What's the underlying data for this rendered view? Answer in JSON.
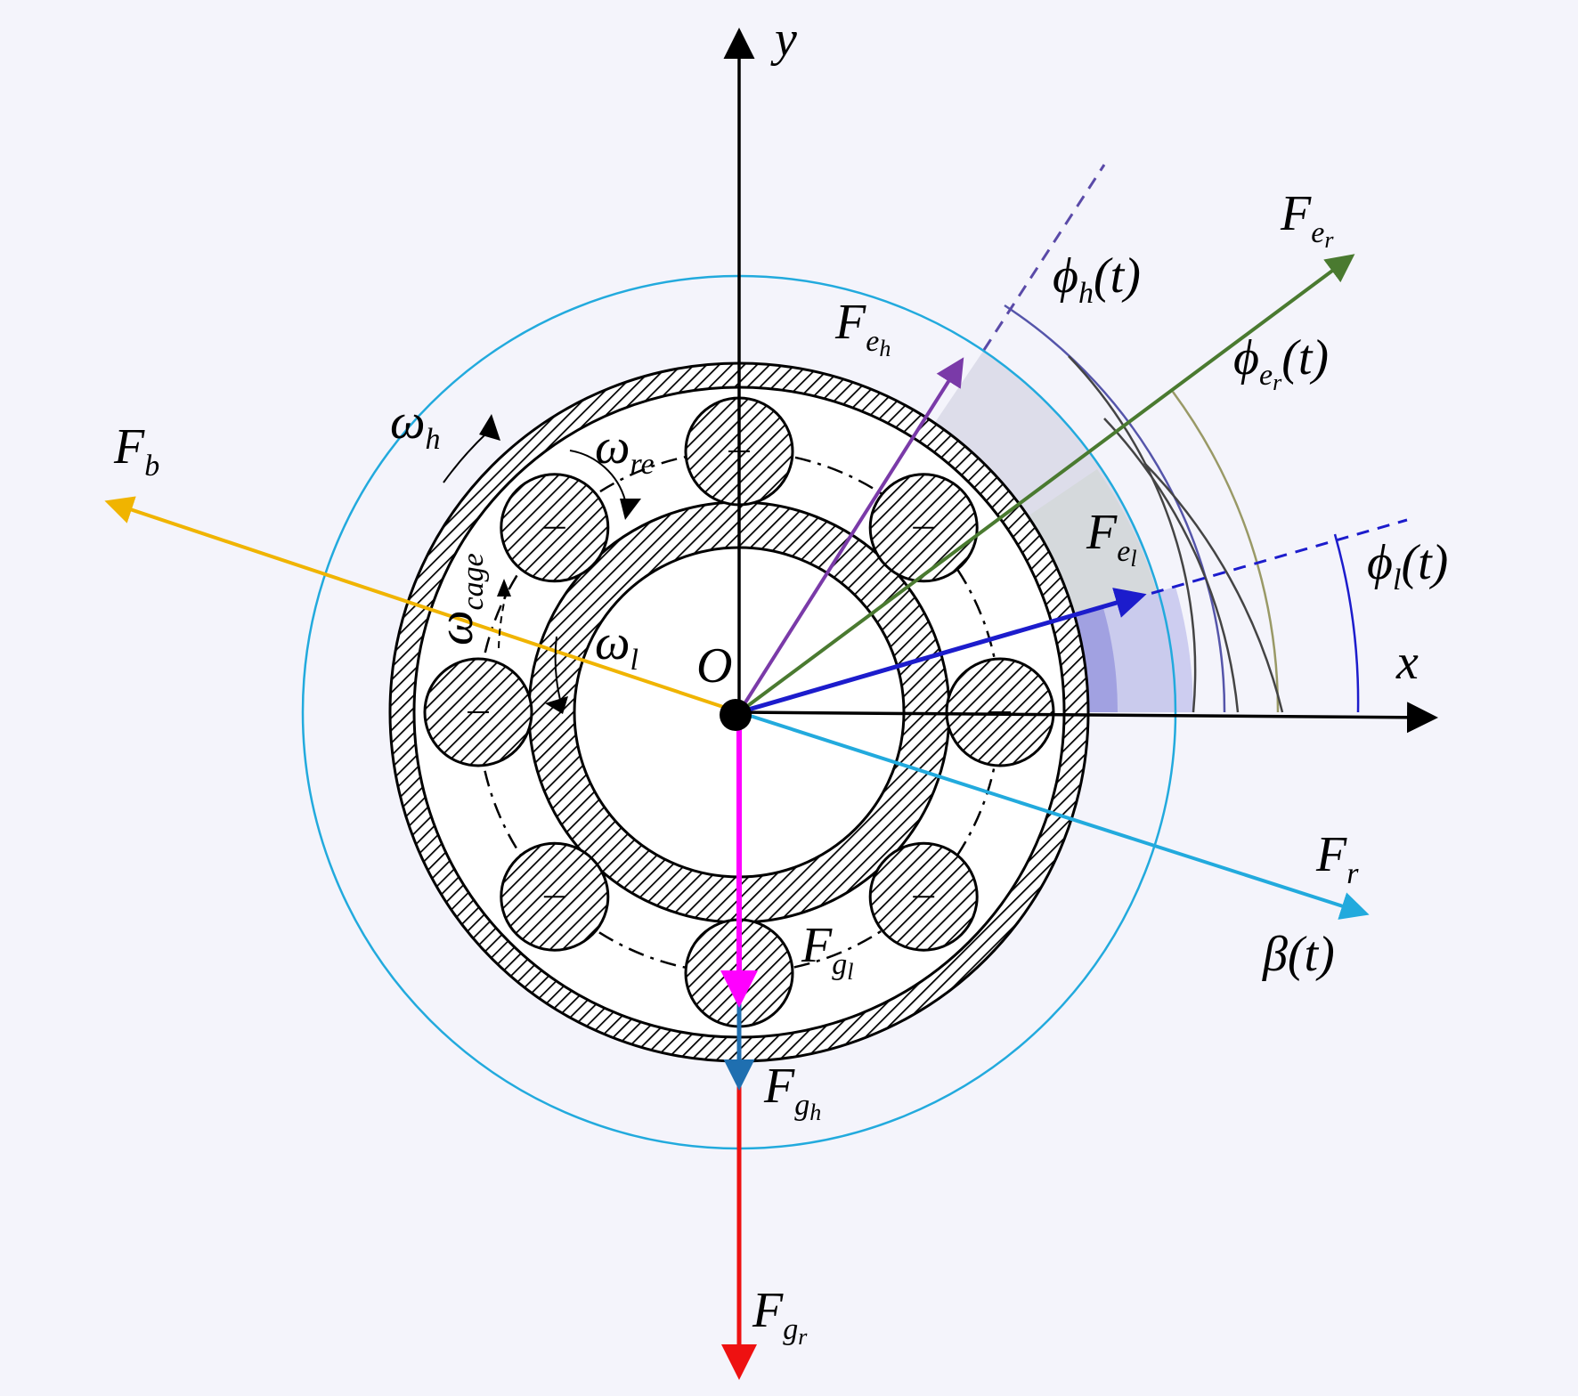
{
  "axes": {
    "x_label": "x",
    "y_label": "y",
    "origin_label": "O"
  },
  "angles": {
    "phi_h": {
      "sym": "ϕ",
      "sub": "h",
      "tail": "(t)"
    },
    "phi_er": {
      "sym": "ϕ",
      "sub": "e",
      "subsub": "r",
      "tail": "(t)"
    },
    "phi_l": {
      "sym": "ϕ",
      "sub": "l",
      "tail": "(t)"
    },
    "beta": {
      "text": "β(t)"
    }
  },
  "forces": {
    "F_er": {
      "main": "F",
      "sub": "e",
      "subsub": "r",
      "color": "#4a7a30"
    },
    "F_eh": {
      "main": "F",
      "sub": "e",
      "subsub": "h",
      "color": "#7a3aa8"
    },
    "F_el": {
      "main": "F",
      "sub": "e",
      "subsub": "l",
      "color": "#1c1ccc"
    },
    "F_b": {
      "main": "F",
      "sub": "b",
      "color": "#f0b400"
    },
    "F_r": {
      "main": "F",
      "sub": "r",
      "color": "#22aadd"
    },
    "F_gl": {
      "main": "F",
      "sub": "g",
      "subsub": "l",
      "color": "#ff00ff"
    },
    "F_gh": {
      "main": "F",
      "sub": "g",
      "subsub": "h",
      "color": "#1f6fb0"
    },
    "F_gr": {
      "main": "F",
      "sub": "g",
      "subsub": "r",
      "color": "#ee1111"
    }
  },
  "speeds": {
    "omega_h": {
      "sym": "ω",
      "sub": "h"
    },
    "omega_re": {
      "sym": "ω",
      "sub": "re"
    },
    "omega_cage": {
      "sym": "ω",
      "sub": "cage"
    },
    "omega_l": {
      "sym": "ω",
      "sub": "l"
    }
  },
  "colors": {
    "outer_circle": "#22aadd",
    "sector_light": "#c9c9ee",
    "sector_dark": "#6d7fdc",
    "sector_green": "#8fbf9a"
  }
}
